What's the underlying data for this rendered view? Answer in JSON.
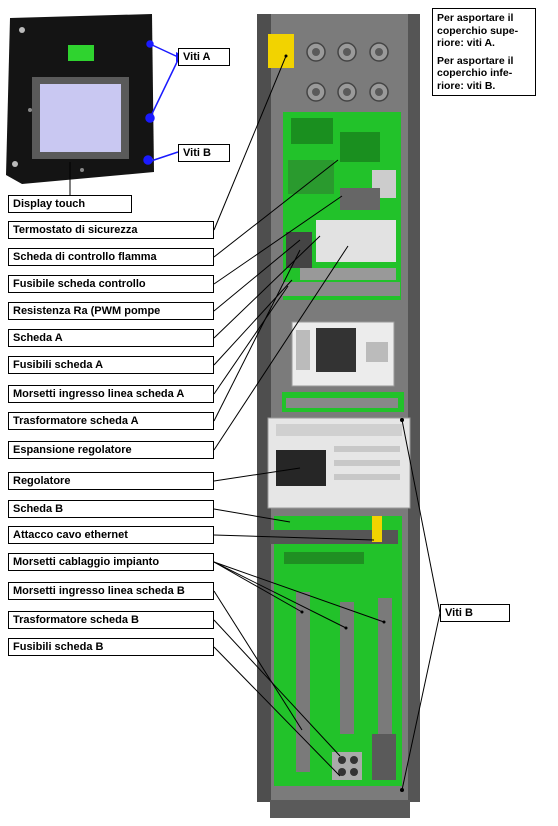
{
  "labels": {
    "viti_a": "Viti A",
    "viti_b_top": "Viti B",
    "display_touch": "Display touch",
    "termostato": "Termostato di sicurezza",
    "scheda_fiamma": "Scheda di controllo flamma",
    "fusibile_controllo": "Fusibile scheda controllo",
    "resistenza": "Resistenza Ra (PWM pompe",
    "scheda_a": "Scheda A",
    "fusibili_a": "Fusibili scheda A",
    "morsetti_a": "Morsetti ingresso linea scheda A",
    "trasformatore_a": "Trasformatore scheda A",
    "espansione": "Espansione regolatore",
    "regolatore": "Regolatore",
    "scheda_b": "Scheda B",
    "ethernet": "Attacco cavo ethernet",
    "morsetti_impianto": "Morsetti cablaggio impianto",
    "morsetti_b": "Morsetti ingresso linea scheda B",
    "trasformatore_b": "Trasformatore scheda B",
    "fusibili_b": "Fusibili scheda B",
    "viti_b_right": "Viti B"
  },
  "note": {
    "line1": "Per asportare il coperchio supe-riore: viti A.",
    "line2": "Per asportare il coperchio infe-riore: viti B."
  },
  "colors": {
    "board_green": "#22c22a",
    "cabinet_gray": "#6e6e6e",
    "display_screen": "#c9c8f2",
    "arrow_blue": "#1a1aff",
    "yellow_part": "#f2d300"
  }
}
